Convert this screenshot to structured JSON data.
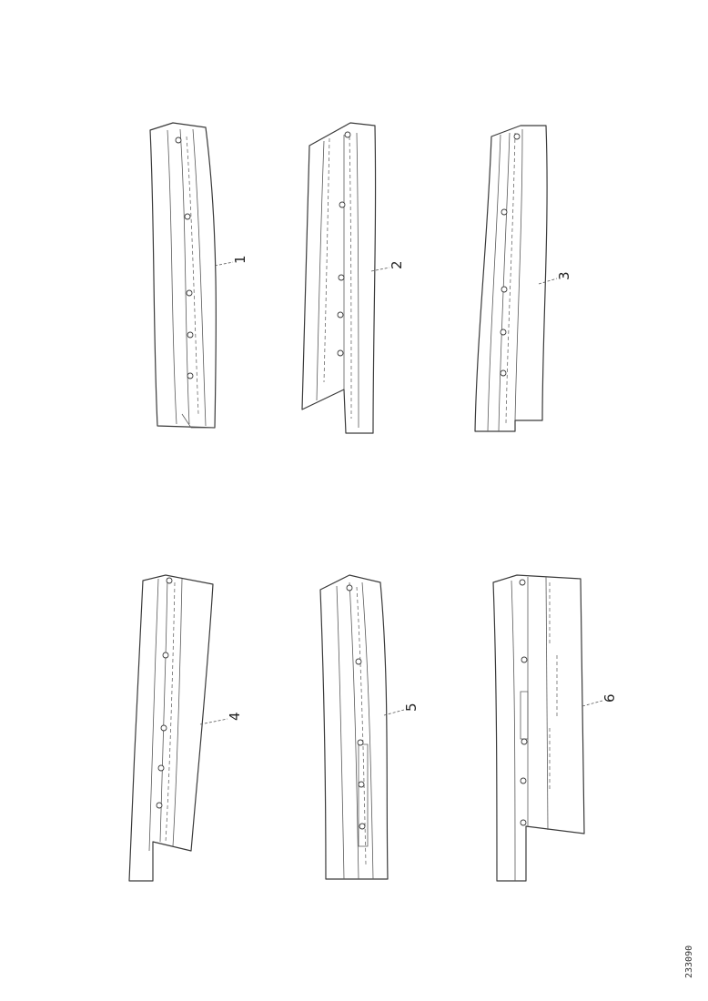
{
  "drawing": {
    "drawing_number": "233090",
    "parts": [
      {
        "callout": "1"
      },
      {
        "callout": "2"
      },
      {
        "callout": "3"
      },
      {
        "callout": "4"
      },
      {
        "callout": "5"
      },
      {
        "callout": "6"
      }
    ]
  }
}
